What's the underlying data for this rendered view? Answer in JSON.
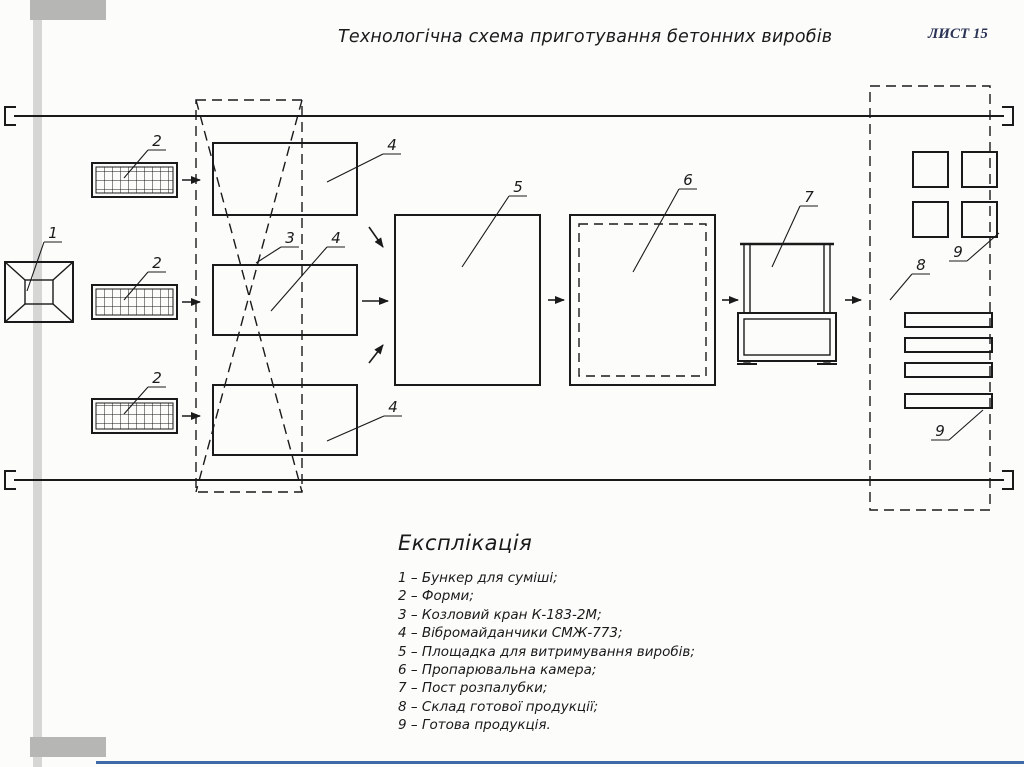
{
  "page": {
    "title": "Технологічна схема приготування бетонних виробів",
    "sheet_label": "ЛИСТ 15"
  },
  "callouts": {
    "n1": "1",
    "n2": "2",
    "n3": "3",
    "n4": "4",
    "n5": "5",
    "n6": "6",
    "n7": "7",
    "n8": "8",
    "n9": "9"
  },
  "legend": {
    "heading": "Експлікація",
    "items": [
      "1 – Бункер для суміші;",
      "2 – Форми;",
      "3 – Козловий кран К-183-2М;",
      "4 – Вібромайданчики СМЖ-773;",
      "5 – Площадка для витримування виробів;",
      "6 – Пропарювальна камера;",
      "7 – Пост розпалубки;",
      "8 – Склад готової продукції;",
      "9 – Готова продукція."
    ]
  },
  "theme": {
    "line_color": "#1a1a1a",
    "accent_line_color": "#3f6aa8",
    "margin_strip_color": "#d6d6d4",
    "corner_block_color": "#b6b6b4"
  }
}
